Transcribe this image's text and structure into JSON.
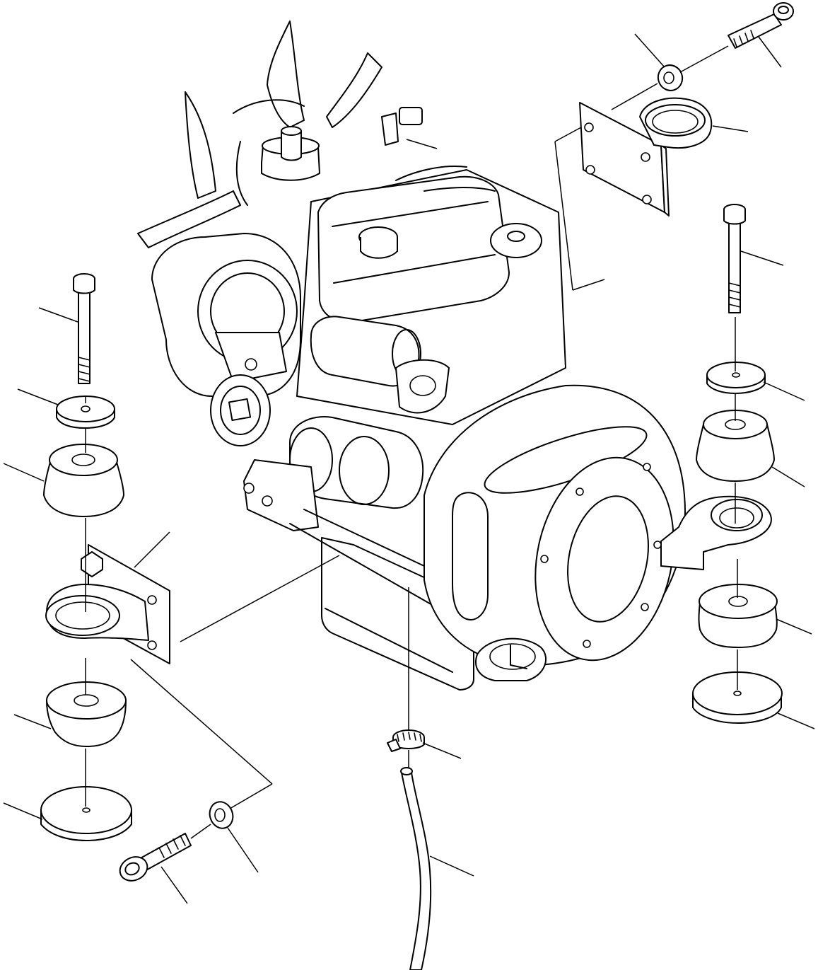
{
  "figure": {
    "type": "exploded-parts-diagram",
    "subject": "engine-mounting",
    "background": "#ffffff",
    "line_color": "#000000"
  },
  "parts": [
    {
      "id": "engine-assembly",
      "icon": "engine-icon"
    },
    {
      "id": "cooling-fan",
      "icon": "fan-icon"
    },
    {
      "id": "right-bracket",
      "icon": "bracket-icon"
    },
    {
      "id": "left-bracket",
      "icon": "bracket-icon"
    },
    {
      "id": "bolt",
      "icon": "bolt-icon"
    },
    {
      "id": "washer",
      "icon": "washer-icon"
    },
    {
      "id": "rubber-mount-upper",
      "icon": "cushion-icon"
    },
    {
      "id": "rubber-mount-lower",
      "icon": "cushion-icon"
    },
    {
      "id": "plate-washer",
      "icon": "plate-icon"
    },
    {
      "id": "hose-clamp",
      "icon": "clamp-icon"
    },
    {
      "id": "drain-hose",
      "icon": "hose-icon"
    }
  ]
}
